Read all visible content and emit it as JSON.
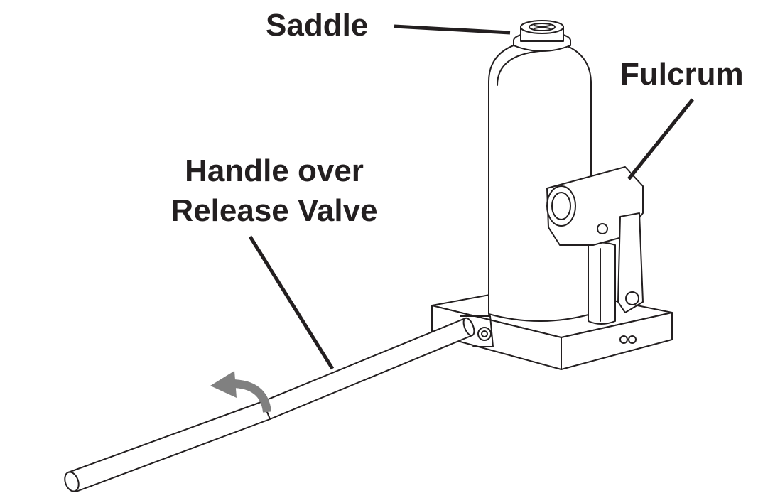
{
  "labels": {
    "saddle": "Saddle",
    "fulcrum": "Fulcrum",
    "handle_line1": "Handle over",
    "handle_line2": "Release Valve"
  },
  "icons": {
    "rotation_arrow": "curved-arrow-counterclockwise-icon"
  },
  "colors": {
    "ink": "#231f20",
    "arrow": "#808080",
    "background": "#ffffff"
  }
}
